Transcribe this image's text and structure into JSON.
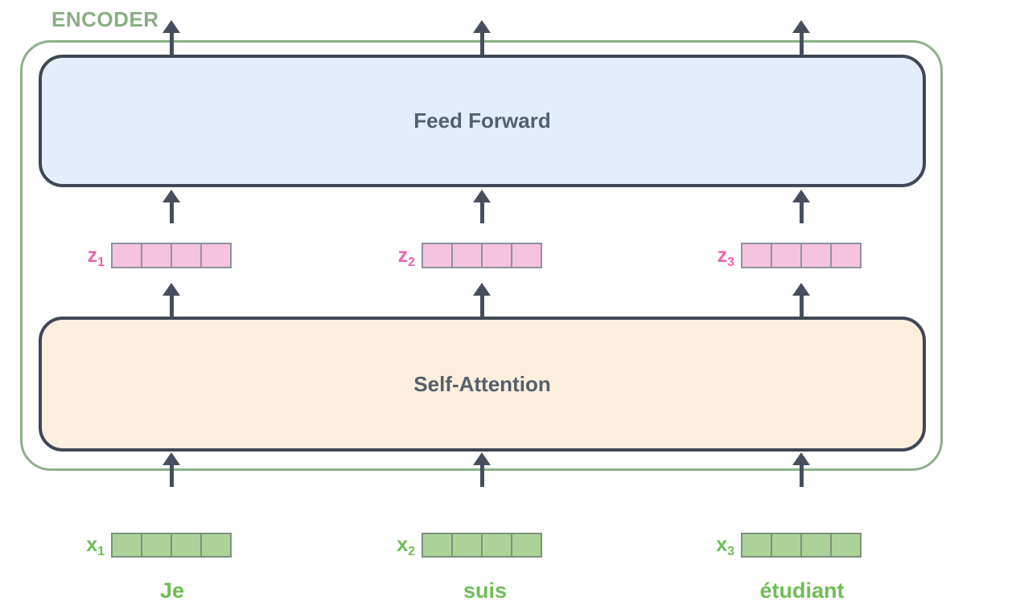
{
  "encoder_label": "ENCODER",
  "blocks": {
    "feed_forward": "Feed Forward",
    "self_attention": "Self-Attention"
  },
  "columns": [
    {
      "z_label": "z",
      "z_sub": "1",
      "x_label": "x",
      "x_sub": "1",
      "word": "Je"
    },
    {
      "z_label": "z",
      "z_sub": "2",
      "x_label": "x",
      "x_sub": "2",
      "word": "suis"
    },
    {
      "z_label": "z",
      "z_sub": "3",
      "x_label": "x",
      "x_sub": "3",
      "word": "étudiant"
    }
  ],
  "vectors": {
    "cells_per_vector": 4
  },
  "colors": {
    "encoder_label": "#8cad86",
    "encoder_border": "#8fb08a",
    "box_border": "#3f4855",
    "box_text": "#54606e",
    "ff_fill": "#e3eefa",
    "sa_fill": "#fcefdd",
    "arrow": "#474f5c",
    "z_label": "#ec64ad",
    "z_cell_fill": "#f5c3de",
    "z_cell_border": "#8d93a0",
    "x_label": "#6fbd55",
    "x_cell_fill": "#acd29a",
    "x_cell_border": "#80907e",
    "word_color": "#6fbd55"
  }
}
